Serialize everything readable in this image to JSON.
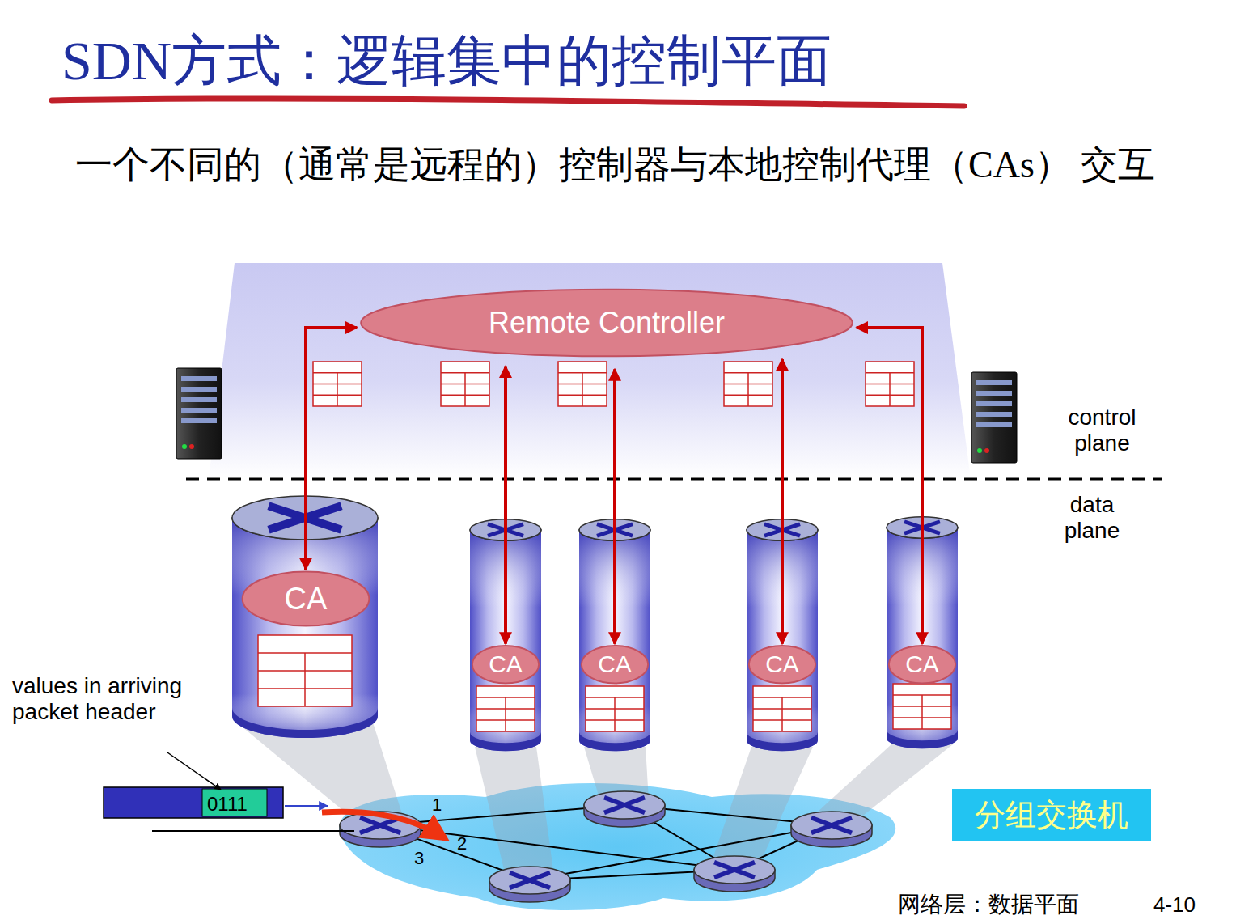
{
  "diagram": {
    "title": "SDN方式：逻辑集中的控制平面",
    "nodes": [
      {
        "text": [
          "Remote Controller"
        ]
      },
      {
        "text": [
          "CA"
        ]
      },
      {
        "text": [
          "CA"
        ]
      },
      {
        "text": [
          "CA"
        ]
      },
      {
        "text": [
          "CA"
        ]
      },
      {
        "text": [
          "CA"
        ]
      },
      {
        "text": [
          "分组交换机"
        ]
      }
    ],
    "edges": [
      {
        "from": 0,
        "to": 1,
        "arrow": "both"
      },
      {
        "from": 0,
        "to": 2,
        "arrow": "both"
      },
      {
        "from": 0,
        "to": 3,
        "arrow": "both"
      },
      {
        "from": 0,
        "to": 4,
        "arrow": "both"
      },
      {
        "from": 0,
        "to": 5,
        "arrow": "both"
      }
    ],
    "labels": [
      "一个不同的（通常是远程的）控制器与本地控制代理（CAs） 交互",
      "control plane",
      "data plane",
      "values in arriving packet header",
      "0111",
      "1",
      "2",
      "3",
      "网络层：数据平面",
      "4-10"
    ]
  }
}
